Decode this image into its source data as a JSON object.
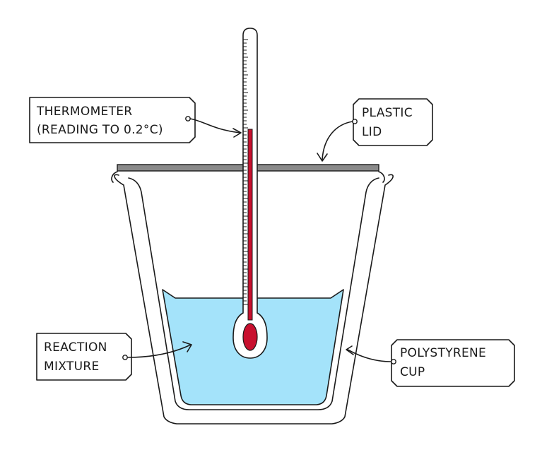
{
  "labels": {
    "thermometer": {
      "line1": "THERMOMETER",
      "line2": "(READING TO 0.2°C)"
    },
    "lid": {
      "line1": "PLASTIC",
      "line2": "LID"
    },
    "mixture": {
      "line1": "REACTION",
      "line2": "MIXTURE"
    },
    "cup": {
      "line1": "POLYSTYRENE",
      "line2": "CUP"
    }
  },
  "colors": {
    "liquid": "#a4e3fa",
    "lid": "#8a8a8a",
    "mercury": "#c8102e",
    "outline": "#1a1a1a"
  }
}
